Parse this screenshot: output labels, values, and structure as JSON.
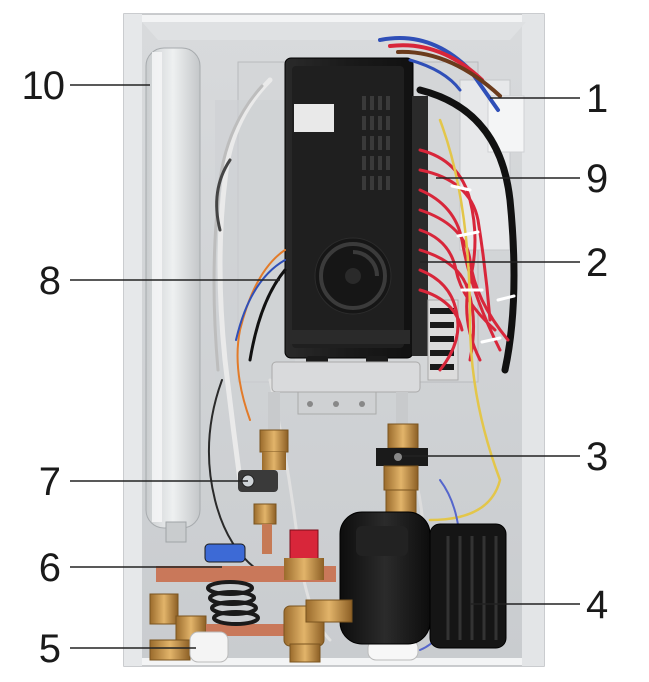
{
  "figure": {
    "description_free": true,
    "callouts": [
      {
        "id": "10",
        "label": "10",
        "side": "left"
      },
      {
        "id": "8",
        "label": "8",
        "side": "left"
      },
      {
        "id": "7",
        "label": "7",
        "side": "left"
      },
      {
        "id": "6",
        "label": "6",
        "side": "left"
      },
      {
        "id": "5",
        "label": "5",
        "side": "left"
      },
      {
        "id": "1",
        "label": "1",
        "side": "right"
      },
      {
        "id": "9",
        "label": "9",
        "side": "right"
      },
      {
        "id": "2",
        "label": "2",
        "side": "right"
      },
      {
        "id": "3",
        "label": "3",
        "side": "right"
      },
      {
        "id": "4",
        "label": "4",
        "side": "right"
      }
    ],
    "colors": {
      "cabinet": "#eef0f1",
      "panel_black": "#1c1c1c",
      "wire_red": "#d8263a",
      "wire_blue": "#2f4fb8",
      "wire_yellow": "#e3c64a",
      "brass": "#c7954a",
      "copper": "#c9785a",
      "leader": "#222222"
    }
  }
}
